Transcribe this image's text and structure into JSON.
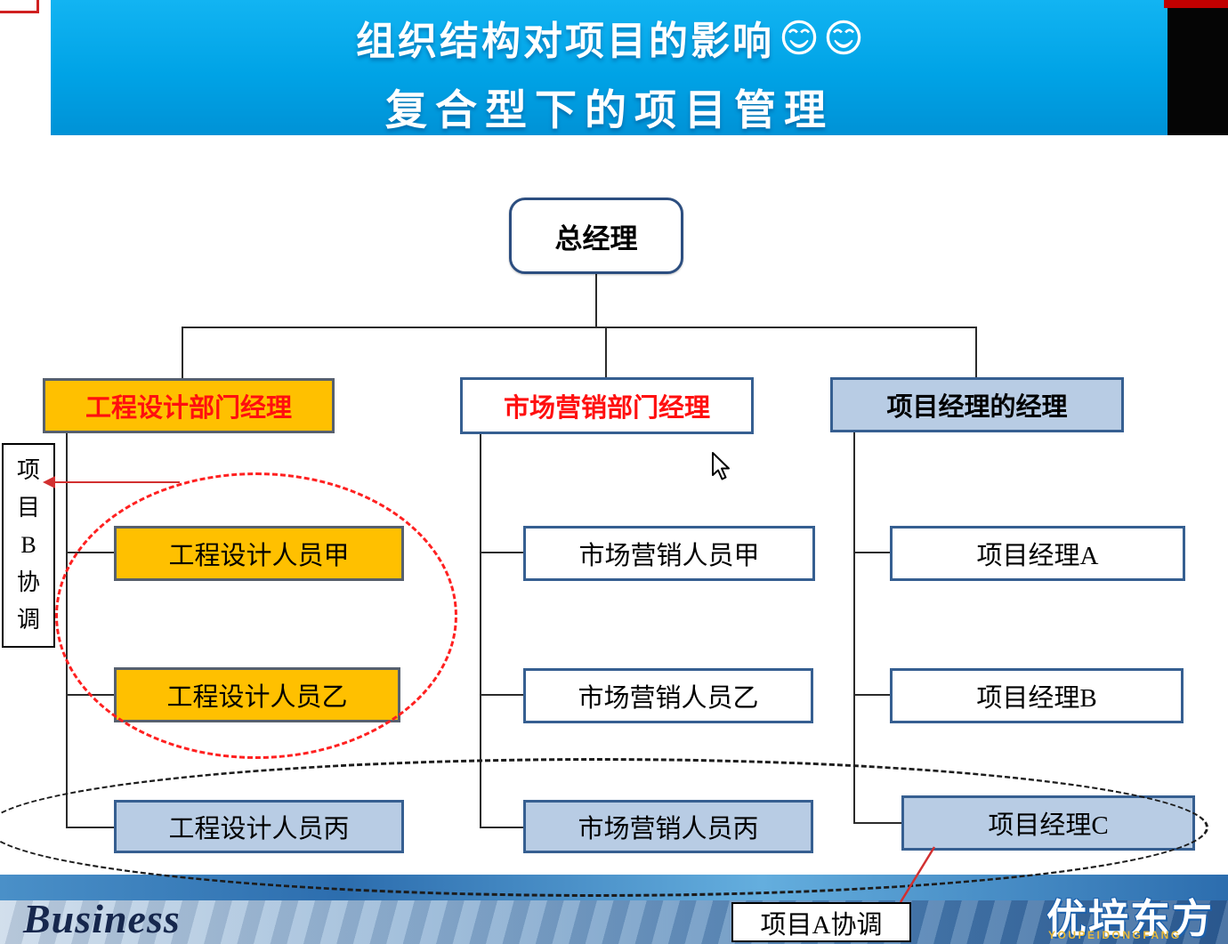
{
  "header": {
    "title": "组织结构对项目的影响",
    "subtitle": "复合型下的项目管理"
  },
  "org_chart": {
    "root": "总经理",
    "departments": {
      "engineering": "工程设计部门经理",
      "marketing": "市场营销部门经理",
      "project": "项目经理的经理"
    },
    "engineering_staff": [
      "工程设计人员甲",
      "工程设计人员乙",
      "工程设计人员丙"
    ],
    "marketing_staff": [
      "市场营销人员甲",
      "市场营销人员乙",
      "市场营销人员丙"
    ],
    "project_managers": [
      "项目经理A",
      "项目经理B",
      "项目经理C"
    ]
  },
  "annotations": {
    "project_b": "项目B协调",
    "project_a": "项目A协调"
  },
  "footer": {
    "watermark": "Business",
    "logo_cn": "优培东方",
    "logo_en": "YOUPEIDONGFANG"
  },
  "icons": {
    "title_emoji": "laughing-face-emoji",
    "cursor": "arrow-pointer"
  },
  "colors": {
    "banner_blue": "#00A3E6",
    "highlight_orange": "#FFC000",
    "matrix_blue": "#B8CCE4",
    "dept_text_red": "#FF0F0F",
    "dashed_red": "#FF2020",
    "dashed_black": "#1C1C1C"
  }
}
